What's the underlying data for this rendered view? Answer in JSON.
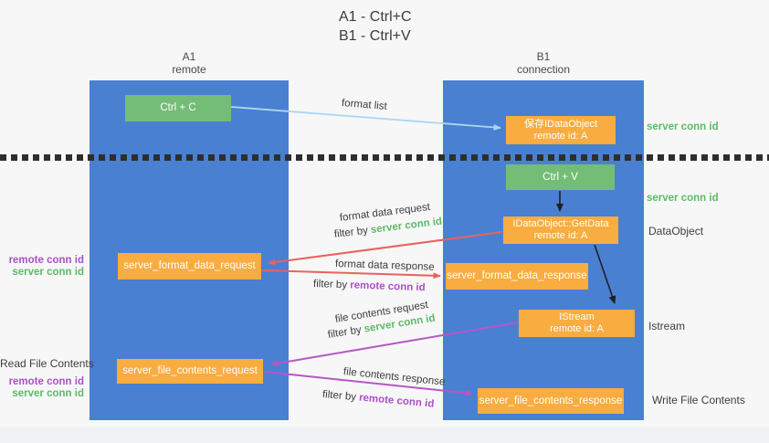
{
  "title": {
    "line1": "A1 - Ctrl+C",
    "line2": "B1 - Ctrl+V"
  },
  "lanes": {
    "a1": {
      "name": "A1",
      "subtitle": "remote"
    },
    "b1": {
      "name": "B1",
      "subtitle": "connection"
    }
  },
  "nodes": {
    "ctrl_c": {
      "label": "Ctrl + C"
    },
    "save_idataobject": {
      "line1": "保存IDataObject",
      "line2": "remote id: A"
    },
    "ctrl_v": {
      "label": "Ctrl + V"
    },
    "idataobject_getdata": {
      "line1": "IDataObject::GetData",
      "line2": "remote id: A"
    },
    "server_format_data_request": {
      "label": "server_format_data_request"
    },
    "server_format_data_response": {
      "label": "server_format_data_response"
    },
    "istream": {
      "line1": "IStream",
      "line2": "remote id: A"
    },
    "server_file_contents_request": {
      "label": "server_file_contents_request"
    },
    "server_file_contents_response": {
      "label": "server_file_contents_response"
    }
  },
  "edge_labels": {
    "format_list": "format list",
    "format_data_request": {
      "line1": "format data request",
      "filter_prefix": "filter by ",
      "filter_key": "server conn id"
    },
    "format_data_response": {
      "line1": "format data response",
      "filter_prefix": "filter by ",
      "filter_key": "remote conn id"
    },
    "file_contents_request": {
      "line1": "file contents request",
      "filter_prefix": "filter by ",
      "filter_key": "server conn id"
    },
    "file_contents_response": {
      "line1": "file contents response",
      "filter_prefix": "filter by ",
      "filter_key": "remote conn id"
    }
  },
  "side_labels": {
    "server_conn_id_top": "server conn id",
    "server_conn_id_mid": "server conn id",
    "data_object": "DataObject",
    "istream": "Istream",
    "write_file_contents": "Write File Contents",
    "read_file_contents": "Read File Contents",
    "remote_conn_id_1": "remote conn id",
    "server_conn_id_1": "server conn id",
    "remote_conn_id_2": "remote conn id",
    "server_conn_id_2": "server conn id"
  },
  "colors": {
    "lane_blue": "#4a80d2",
    "node_green": "#74bd76",
    "node_orange": "#f9ac40",
    "arrow_light_blue": "#acd6f2",
    "arrow_red": "#e8635c",
    "arrow_purple": "#b657c6",
    "arrow_black": "#1f1f1f",
    "text_green": "#5dba64",
    "text_purple": "#ab50c5",
    "text_dark": "#3d3d3d"
  }
}
